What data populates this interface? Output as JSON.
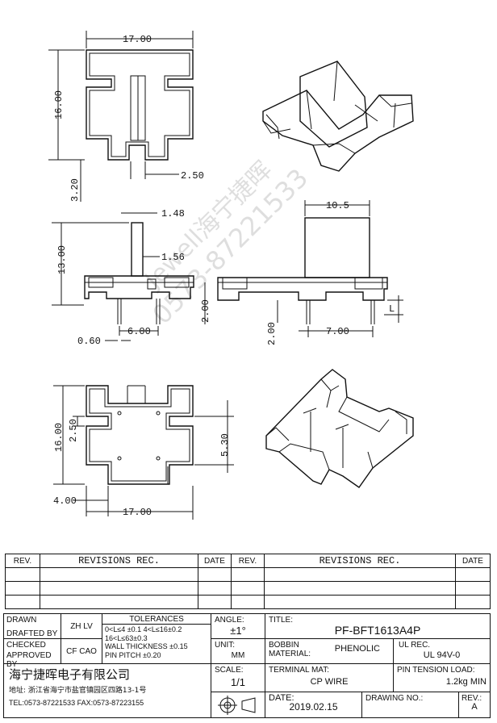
{
  "watermark": {
    "line1": "Jewell海宁捷晖",
    "line2": "0573-87221533"
  },
  "dimensions": {
    "top_view_width": "17.00",
    "top_view_height": "16.00",
    "top_view_3_20": "3.20",
    "top_view_2_50": "2.50",
    "side_1_48": "1.48",
    "side_13_00": "13.00",
    "side_1_56": "1.56",
    "side_6_00": "6.00",
    "side_0_60": "0.60",
    "side_2_00": "2.00",
    "end_10_5": "10.5",
    "end_2_00": "2.00",
    "end_7_00": "7.00",
    "end_L": "L",
    "bottom_16_00": "16.00",
    "bottom_2_50": "2.50",
    "bottom_5_30": "5.30",
    "bottom_4_00": "4.00",
    "bottom_17_00": "17.00"
  },
  "title_block": {
    "rev_header": "REV.",
    "revisions_header": "REVISIONS   REC.",
    "date_header": "DATE",
    "rev_header2": "REV.",
    "revisions_header2": "REVISIONS   REC.",
    "date_header2": "DATE",
    "drawn_label": "DRAWN",
    "drafted_by_label": "DRAFTED BY",
    "drafted_by_value": "ZH LV",
    "checked_label": "CHECKED",
    "approved_by_label": "APPROVED BY",
    "approved_by_value": "CF CAO",
    "tolerances_label": "TOLERANCES",
    "tol_line1": "0<L≤4 ±0.1  4<L≤16±0.2",
    "tol_line2": "16<L≤63±0.3",
    "tol_line3": "WALL THICKNESS ±0.15",
    "tol_line4": "PIN PITCH ±0.20",
    "angle_label": "ANGLE:",
    "angle_value": "±1°",
    "unit_label": "UNIT:",
    "unit_value": "MM",
    "scale_label": "SCALE:",
    "scale_value": "1/1",
    "title_label": "TITLE:",
    "title_value": "PF-BFT1613A4P",
    "bobbin_label": "BOBBIN",
    "material_label": "MATERIAL:",
    "material_value": "PHENOLIC",
    "ul_rec_label": "UL REC.",
    "ul_rec_value": "UL 94V-0",
    "terminal_label": "TERMINAL MAT:",
    "terminal_value": "CP WIRE",
    "pin_tension_label": "PIN TENSION LOAD:",
    "pin_tension_value": "1.2kg MIN",
    "company_name": "海宁捷晖电子有限公司",
    "address": "地址: 浙江省海宁市盐官镇园区四路13-1号",
    "tel_fax": "TEL:0573-87221533  FAX:0573-87223155",
    "date_label": "DATE:",
    "date_value": "2019.02.15",
    "drawing_no_label": "DRAWING NO.:",
    "rev_label": "REV.:",
    "rev_value": "A"
  }
}
